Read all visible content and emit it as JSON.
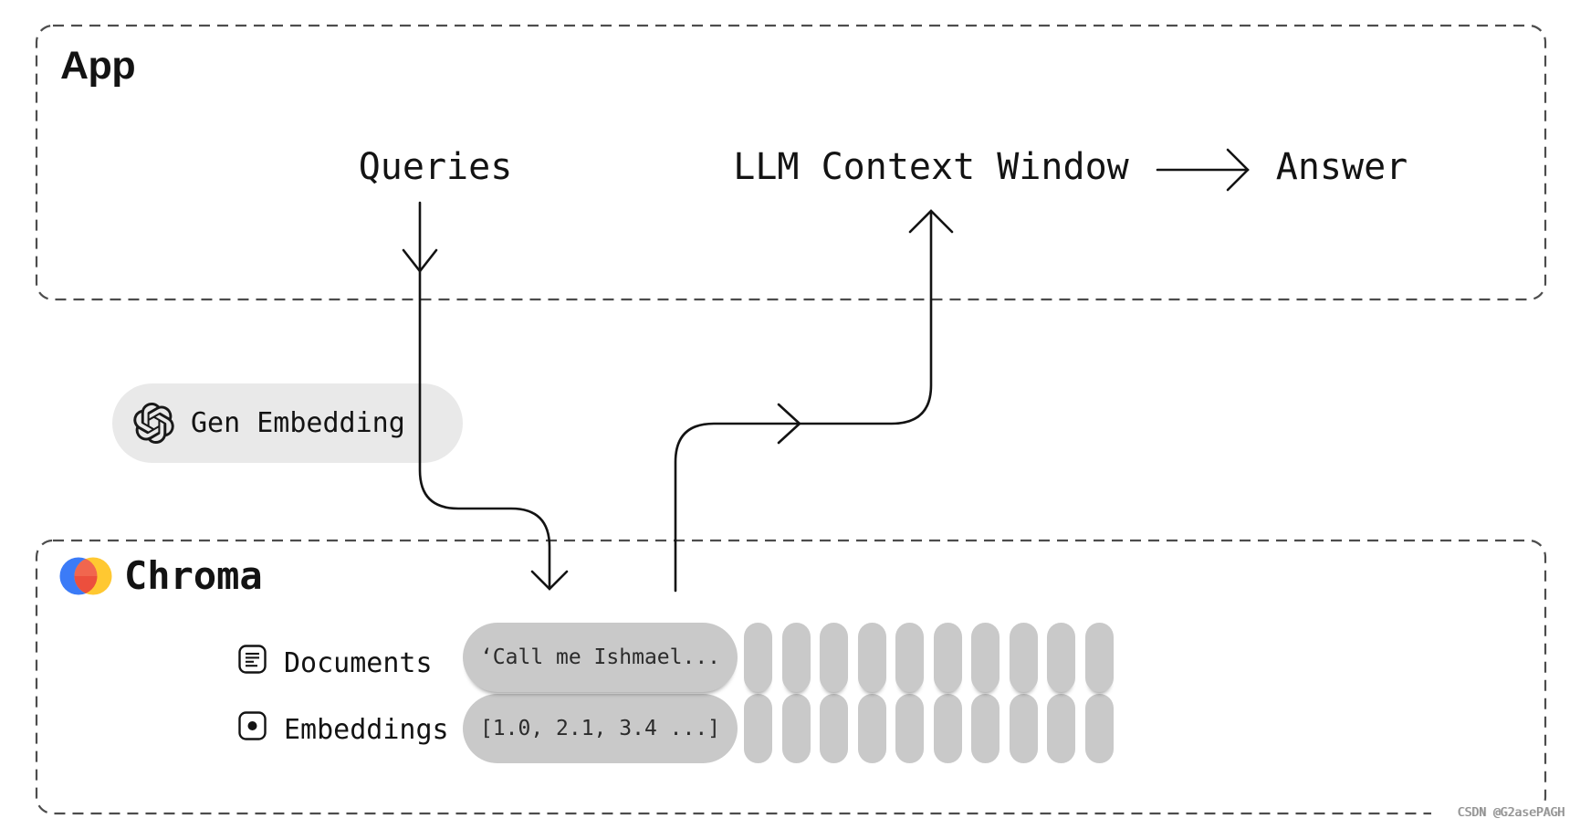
{
  "app": {
    "title": "App",
    "queries_label": "Queries",
    "llm_label": "LLM Context Window",
    "answer_label": "Answer"
  },
  "gen_embedding": {
    "label": "Gen Embedding",
    "icon": "openai-logo-icon"
  },
  "chroma": {
    "title": "Chroma",
    "rows": [
      {
        "icon": "document-icon",
        "label": "Documents",
        "sample": "‘Call me Ishmael..."
      },
      {
        "icon": "embedding-icon",
        "label": "Embeddings",
        "sample": "[1.0, 2.1, 3.4 ...]"
      }
    ],
    "placeholder_pill_count": 10
  },
  "watermark": "CSDN @G2asePAGH",
  "colors": {
    "line": "#131313",
    "border": "#4d4d4d",
    "pill_gray": "#c9c9c9",
    "pill_light_gray": "#e9e9e9",
    "chroma_blue": "#3b7bf7",
    "chroma_yellow": "#ffc831",
    "chroma_red_top": "#f1664e",
    "chroma_red_bottom": "#ec4f3d"
  }
}
